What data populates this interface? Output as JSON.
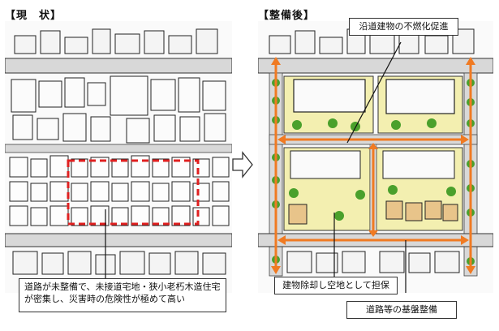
{
  "left_panel": {
    "heading": "【現　状】"
  },
  "right_panel": {
    "heading": "【整備後】"
  },
  "notes": {
    "left": "道路が未整備で、未接道宅地・狭小老朽木造住宅が密集し、災害時の危険性が極めて高い",
    "top_right": "沿道建物の不燃化促進",
    "middle": "建物除却し空地として担保",
    "bottom_right": "道路等の基盤整備"
  },
  "colors": {
    "road": "#d8d8d8",
    "greenery": "#4aa02c",
    "open_space": "#f3efb0",
    "arrow": "#f07a22",
    "danger_outline": "#e02020",
    "leader_line": "#111111"
  }
}
